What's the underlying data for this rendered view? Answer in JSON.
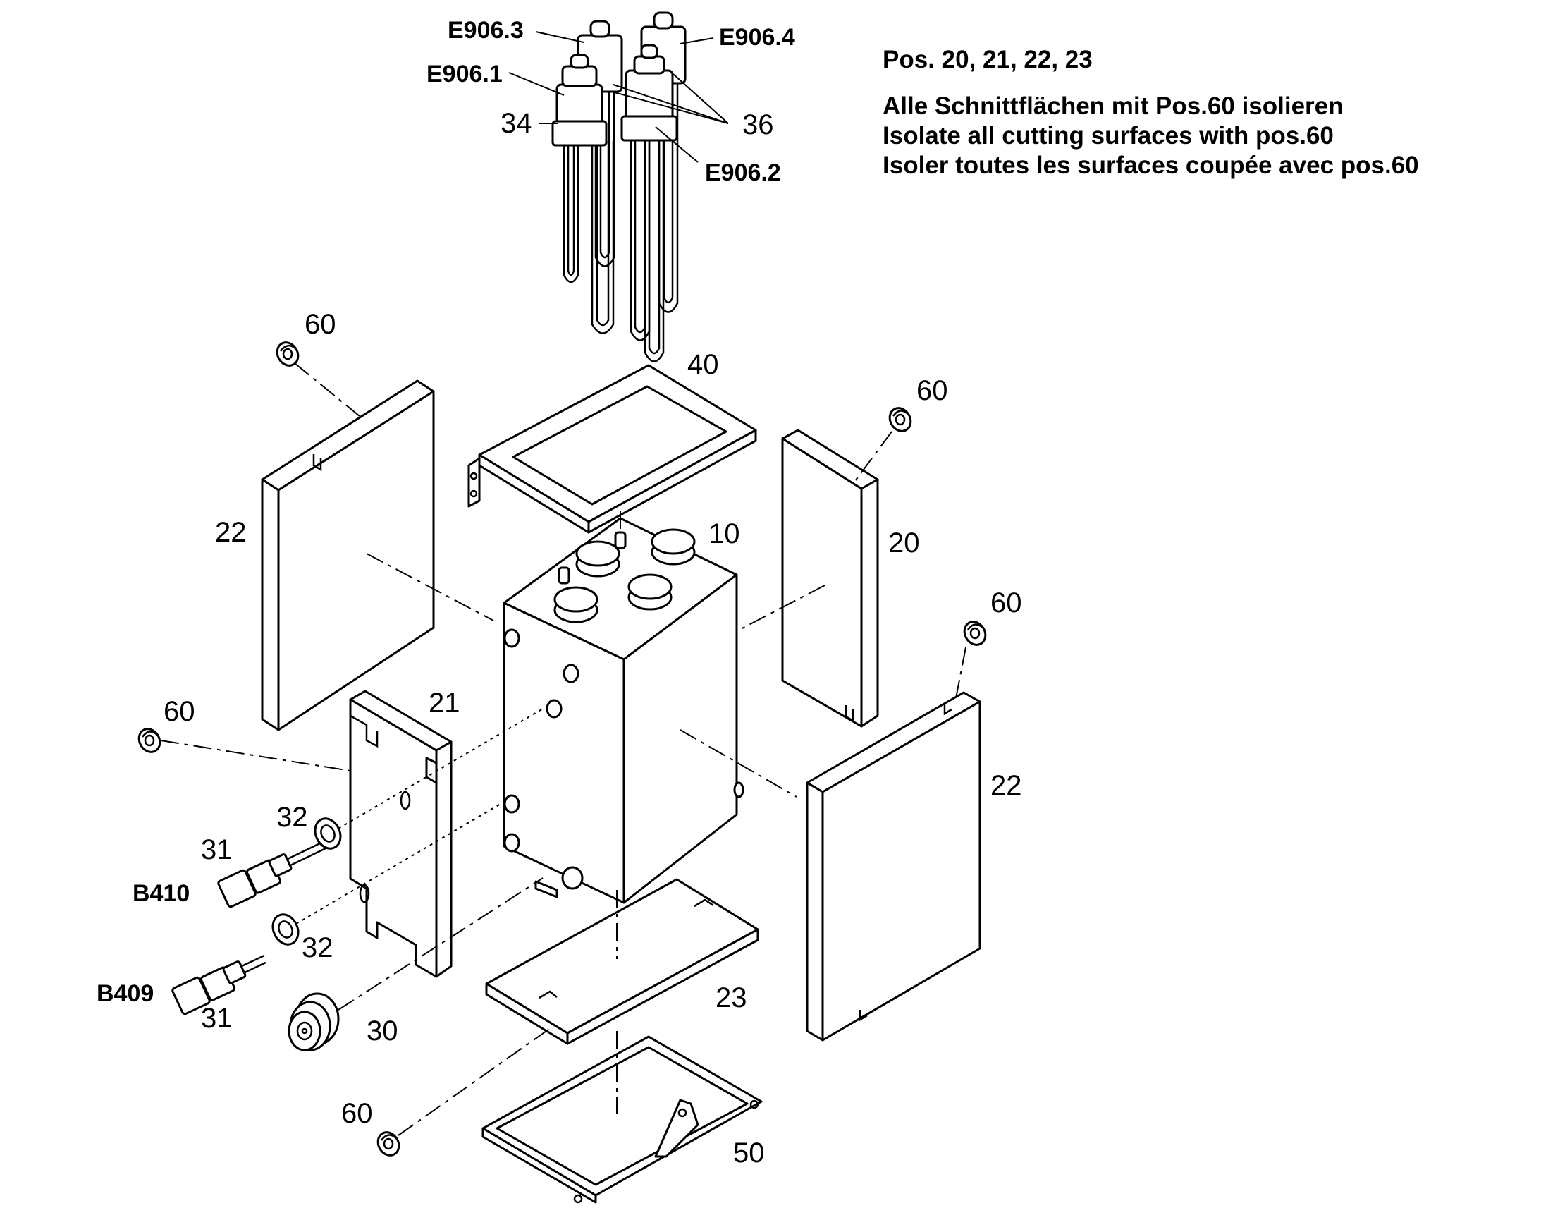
{
  "notes": {
    "positions": "Pos. 20, 21, 22, 23",
    "line_de": "Alle Schnittflächen mit Pos.60 isolieren",
    "line_en": "Isolate all cutting surfaces with pos.60",
    "line_fr": "Isoler toutes les surfaces coupée avec pos.60"
  },
  "heaters": {
    "e906_1": "E906.1",
    "e906_2": "E906.2",
    "e906_3": "E906.3",
    "e906_4": "E906.4",
    "pos_34": "34",
    "pos_36": "36"
  },
  "labels": {
    "pos_10": "10",
    "pos_20": "20",
    "pos_21": "21",
    "pos_22_left": "22",
    "pos_22_right": "22",
    "pos_23": "23",
    "pos_30": "30",
    "pos_31_top": "31",
    "pos_31_bottom": "31",
    "pos_32_top": "32",
    "pos_32_bottom": "32",
    "pos_40": "40",
    "pos_50": "50",
    "pos_60_a": "60",
    "pos_60_b": "60",
    "pos_60_c": "60",
    "pos_60_d": "60",
    "pos_60_e": "60",
    "b410": "B410",
    "b409": "B409"
  }
}
